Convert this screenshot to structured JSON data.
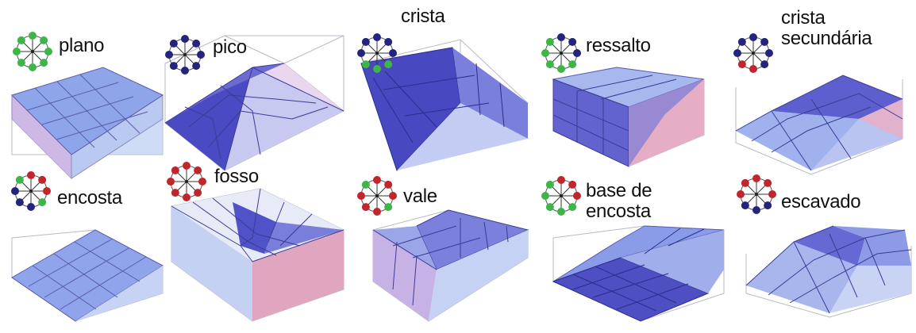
{
  "colors": {
    "green": "#3eb548",
    "navy": "#24247e",
    "red": "#c0262c"
  },
  "forms": [
    {
      "label": "plano",
      "label2": "",
      "icon": [
        "green",
        "green",
        "green",
        "green",
        "green",
        "green",
        "green",
        "green"
      ]
    },
    {
      "label": "pico",
      "label2": "",
      "icon": [
        "navy",
        "navy",
        "navy",
        "navy",
        "navy",
        "navy",
        "navy",
        "navy"
      ]
    },
    {
      "label": "crista",
      "label2": "",
      "icon": [
        "navy",
        "navy",
        "navy",
        "green",
        "green",
        "green",
        "navy",
        "navy"
      ]
    },
    {
      "label": "ressalto",
      "label2": "",
      "icon": [
        "navy",
        "navy",
        "navy",
        "green",
        "green",
        "green",
        "green",
        "green"
      ]
    },
    {
      "label": "crista",
      "label2": "secundária",
      "icon": [
        "navy",
        "navy",
        "navy",
        "navy",
        "red",
        "red",
        "navy",
        "navy"
      ]
    },
    {
      "label": "encosta",
      "label2": "",
      "icon": [
        "red",
        "red",
        "red",
        "green",
        "navy",
        "navy",
        "navy",
        "green"
      ]
    },
    {
      "label": "fosso",
      "label2": "",
      "icon": [
        "red",
        "red",
        "red",
        "red",
        "red",
        "red",
        "red",
        "red"
      ]
    },
    {
      "label": "vale",
      "label2": "",
      "icon": [
        "red",
        "red",
        "red",
        "green",
        "red",
        "red",
        "red",
        "green"
      ]
    },
    {
      "label": "base de",
      "label2": "encosta",
      "icon": [
        "red",
        "red",
        "red",
        "green",
        "green",
        "green",
        "green",
        "green"
      ]
    },
    {
      "label": "escavado",
      "label2": "",
      "icon": [
        "red",
        "red",
        "red",
        "navy",
        "navy",
        "navy",
        "red",
        "red"
      ]
    }
  ]
}
